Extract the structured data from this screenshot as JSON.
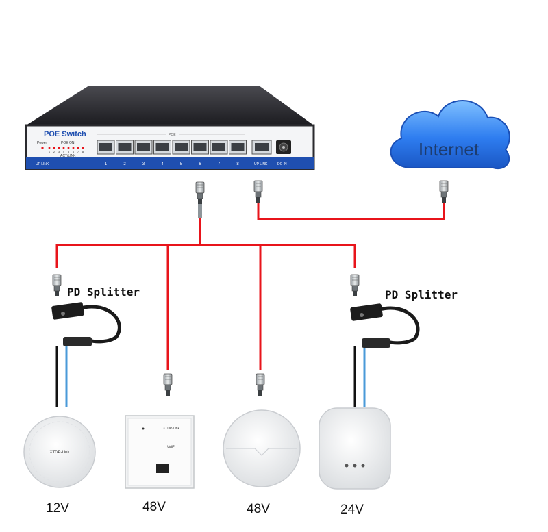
{
  "switch": {
    "brand_label": "POE Switch",
    "power_label": "Power",
    "poe_on_label": "POE ON",
    "act_link_label": "ACT/LINK",
    "poe_group_label": "POE",
    "uplink_left_label": "UP LINK",
    "uplink_port_label": "UP LINK",
    "dc_in_label": "DC IN",
    "port_numbers": [
      "1",
      "2",
      "3",
      "4",
      "5",
      "6",
      "7",
      "8"
    ],
    "led_numbers": [
      "1",
      "2",
      "3",
      "4",
      "5",
      "6",
      "7",
      "8"
    ]
  },
  "internet": {
    "label": "Internet"
  },
  "splitters": [
    {
      "label": "PD Splitter"
    },
    {
      "label": "PD Splitter"
    }
  ],
  "devices": [
    {
      "kind": "ceiling-ap",
      "brand": "XTDP-Link",
      "voltage": "12V"
    },
    {
      "kind": "wall-panel-ap",
      "brand": "XTDP-Link",
      "wifi": "WiFi",
      "voltage": "48V"
    },
    {
      "kind": "ceiling-ap-white",
      "voltage": "48V"
    },
    {
      "kind": "desktop-ap",
      "voltage": "24V"
    }
  ],
  "colors": {
    "poe_cable": "#e8141b",
    "power_cable_black": "#111111",
    "data_cable_blue": "#4a9ad8",
    "switch_body": "#2a2a2e",
    "switch_stripe": "#1f4fb0",
    "cloud": "#2e7df0"
  }
}
